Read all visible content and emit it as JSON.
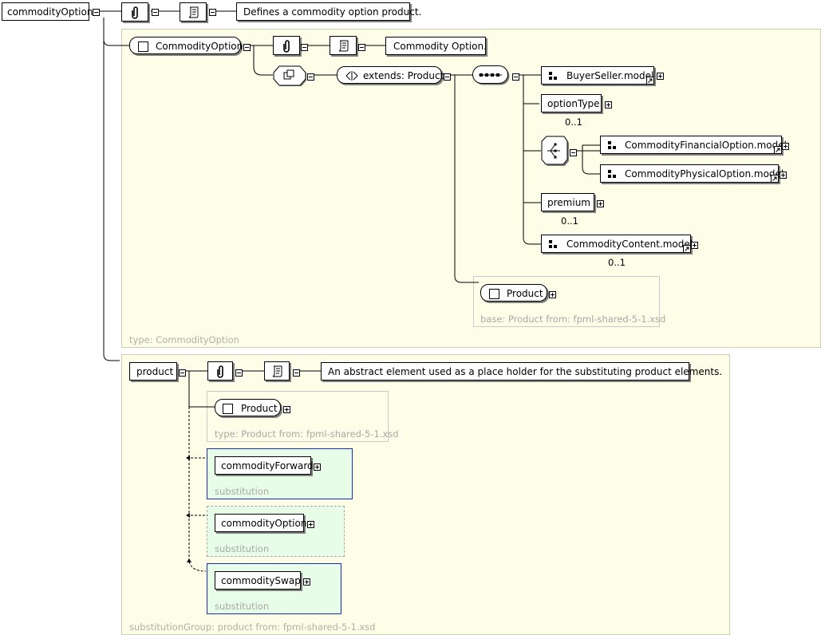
{
  "root": {
    "name": "commodityOption",
    "annotation": "Defines a commodity option product."
  },
  "type_panel": {
    "element_name": "CommodityOption",
    "annotation": "Commodity Option.",
    "extends_label": "extends: Product",
    "children": [
      {
        "name": "BuyerSeller.model",
        "kind": "group",
        "cardinality": ""
      },
      {
        "name": "optionType",
        "kind": "element",
        "cardinality": "0..1"
      },
      {
        "name": "CommodityFinancialOption.model",
        "kind": "group",
        "cardinality": ""
      },
      {
        "name": "CommodityPhysicalOption.model",
        "kind": "group",
        "cardinality": ""
      },
      {
        "name": "premium",
        "kind": "element",
        "cardinality": "0..1"
      },
      {
        "name": "CommodityContent.model",
        "kind": "group",
        "cardinality": "0..1"
      }
    ],
    "base_name": "Product",
    "base_caption": "base: Product from: fpml-shared-5-1.xsd",
    "caption": "type: CommodityOption"
  },
  "group_panel": {
    "element_name": "product",
    "annotation": "An abstract element used as a place holder for the substituting product elements.",
    "type_name": "Product",
    "type_caption": "type: Product from: fpml-shared-5-1.xsd",
    "substitutions": [
      {
        "name": "commodityForward",
        "caption": "substitution"
      },
      {
        "name": "commodityOption",
        "caption": "substitution"
      },
      {
        "name": "commoditySwap",
        "caption": "substitution"
      }
    ],
    "caption": "substitutionGroup: product from: fpml-shared-5-1.xsd"
  },
  "colors": {
    "panel_bg": "#fdfde8",
    "substitution_bg": "#e7fde7",
    "substitution_border": "#1a2bb8"
  }
}
